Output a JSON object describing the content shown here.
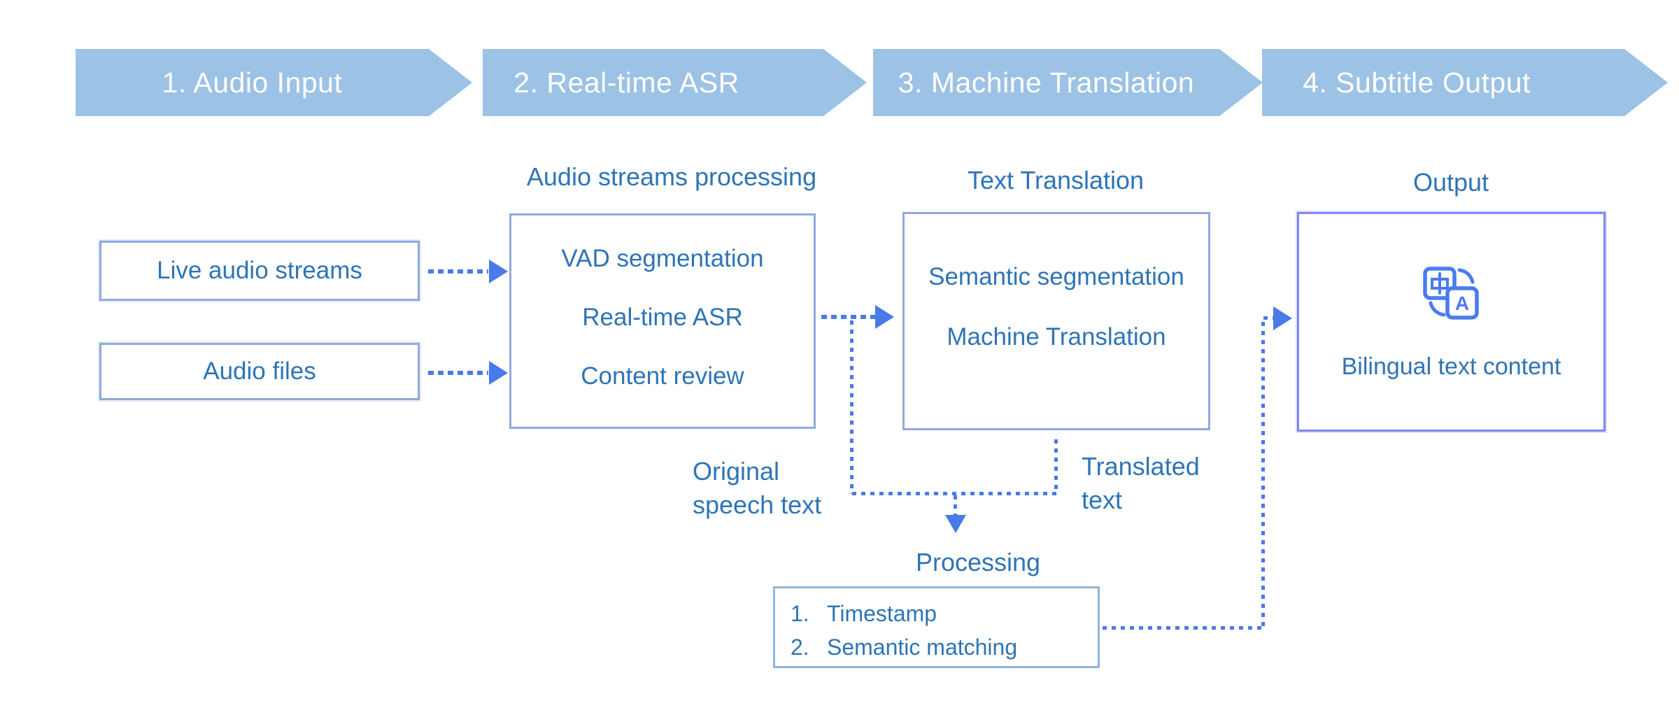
{
  "colors": {
    "background": "#FFFFFF",
    "chevron-fill": "#9CC2E5",
    "chevron-text": "#FFFFFF",
    "text-blue": "#2E74B5",
    "connector": "#4A7AE8",
    "box-border": "#8FAADC",
    "processing-border": "#8FB6DE",
    "output-border": "#8187ED",
    "icon-blue": "#4A7CF0"
  },
  "chevrons": [
    {
      "label": "1. Audio Input"
    },
    {
      "label": "2. Real-time ASR"
    },
    {
      "label": "3. Machine Translation"
    },
    {
      "label": "4. Subtitle Output"
    }
  ],
  "stage_labels": {
    "asr": "Audio streams processing",
    "mt": "Text Translation",
    "output": "Output"
  },
  "input_boxes": [
    {
      "label": "Live audio streams"
    },
    {
      "label": "Audio files"
    }
  ],
  "asr_box": {
    "items": [
      "VAD segmentation",
      "Real-time ASR",
      "Content review"
    ]
  },
  "mt_box": {
    "items": [
      "Semantic segmentation",
      "Machine Translation"
    ]
  },
  "output_box": {
    "icon": "translate-icon",
    "icon_glyph_left": "中",
    "icon_glyph_right": "A",
    "label": "Bilingual text content"
  },
  "processing_box": {
    "items": [
      {
        "num": "1.",
        "text": "Timestamp"
      },
      {
        "num": "2.",
        "text": "Semantic matching"
      }
    ]
  },
  "edge_labels": {
    "original_speech_line1": "Original",
    "original_speech_line2": "speech text",
    "translated_line1": "Translated",
    "translated_line2": "text",
    "processing": "Processing"
  }
}
